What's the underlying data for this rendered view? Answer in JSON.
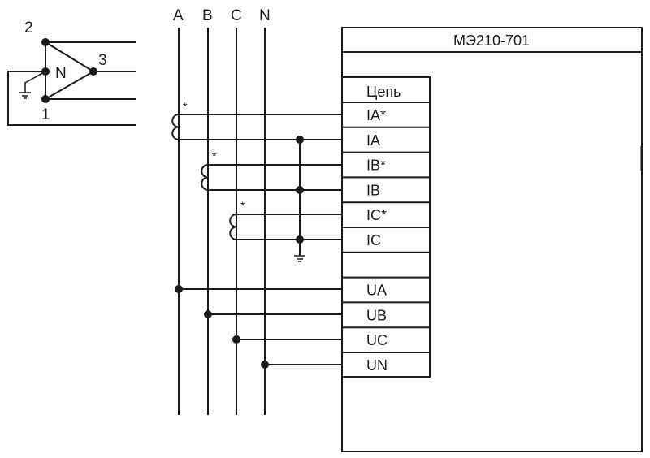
{
  "diagram": {
    "device_title": "МЭ210-701",
    "table_header": "Цепь",
    "terminals": [
      "IA*",
      "IA",
      "IB*",
      "IB",
      "IC*",
      "IC",
      "",
      "UA",
      "UB",
      "UC",
      "UN"
    ],
    "buses": [
      "A",
      "B",
      "C",
      "N"
    ],
    "ct_marker": "*",
    "legend_symbol": {
      "vertex_labels": [
        "2",
        "3",
        "1"
      ],
      "neutral_label": "N"
    }
  }
}
